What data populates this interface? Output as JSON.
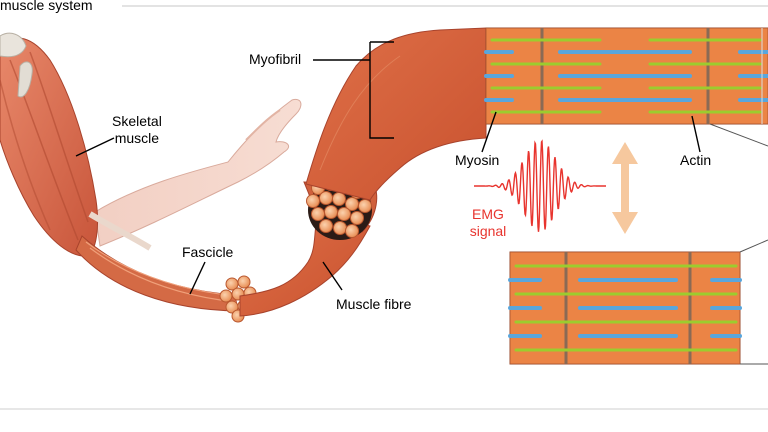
{
  "figure": {
    "heading": "muscle system",
    "labels": {
      "skeletal_line1": "Skeletal",
      "skeletal_line2": "muscle",
      "myofibril": "Myofibril",
      "fascicle": "Fascicle",
      "muscle_fibre": "Muscle fibre",
      "myosin": "Myosin",
      "actin": "Actin",
      "emg_line1": "EMG",
      "emg_line2": "signal"
    },
    "colors": {
      "muscle": "#d9673f",
      "muscle_dark": "#b9482c",
      "skin": "#f0c8b8",
      "sarcomere_bg": "#f08a4a",
      "myosin": "#5aa6dc",
      "actin": "#9ccc2e",
      "emg": "#e8342e",
      "arrow": "#f6c89e",
      "z_line": "#8a6a55"
    }
  }
}
